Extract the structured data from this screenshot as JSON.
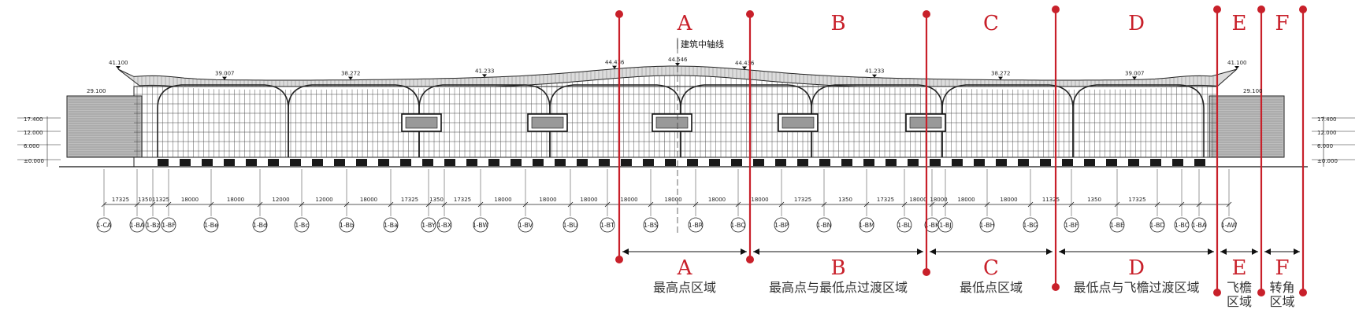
{
  "axis_label": "建筑中轴线",
  "roof_elevations": [
    "41.100",
    "39.007",
    "38.272",
    "41.233",
    "44.436",
    "44.546",
    "44.436",
    "41.233",
    "38.272",
    "39.007",
    "41.100"
  ],
  "side_elevations": {
    "top": "29.100",
    "left": [
      "17.400",
      "12.000",
      "6.000",
      "±0.000"
    ],
    "right": [
      "17.400",
      "12.000",
      "6.000",
      "±0.000"
    ],
    "left_right_top": "29.100"
  },
  "spacings": [
    "17325",
    "1350",
    "11325",
    "18000",
    "18000",
    "12000",
    "12000",
    "18000",
    "17325",
    "1350",
    "17325",
    "18000",
    "18000",
    "18000",
    "18000",
    "18000",
    "18000",
    "18000",
    "17325",
    "1350",
    "17325",
    "18000",
    "18000",
    "18000",
    "18000",
    "11325",
    "1350",
    "17325"
  ],
  "axes": [
    "1-CA",
    "1-BA",
    "1-Bz",
    "1-BF",
    "1-Be",
    "1-Bd",
    "1-Bc",
    "1-Bb",
    "1-Ba",
    "1-BY",
    "1-BX",
    "1-BW",
    "1-BV",
    "1-BU",
    "1-BT",
    "1-BS",
    "1-BR",
    "1-BQ",
    "1-BP",
    "1-BN",
    "1-BM",
    "1-BL",
    "1-BK",
    "1-BJ",
    "1-BH",
    "1-BG",
    "1-BF",
    "1-BE",
    "1-BD",
    "1-BC",
    "1-BA",
    "1-AW"
  ],
  "zones": [
    {
      "letter": "A",
      "desc": [
        "最高点区域"
      ]
    },
    {
      "letter": "B",
      "desc": [
        "最高点与最低点过渡区域"
      ]
    },
    {
      "letter": "C",
      "desc": [
        "最低点区域"
      ]
    },
    {
      "letter": "D",
      "desc": [
        "最低点与飞檐过渡区域"
      ]
    },
    {
      "letter": "E",
      "desc": [
        "飞檐",
        "区域"
      ]
    },
    {
      "letter": "F",
      "desc": [
        "转角",
        "区域"
      ]
    }
  ],
  "colors": {
    "accent": "#c8202a",
    "line": "#222222"
  }
}
